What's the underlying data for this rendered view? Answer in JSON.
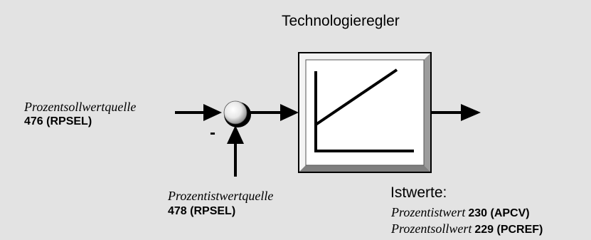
{
  "title": "Technologieregler",
  "setpoint_source": {
    "label": "Prozentsollwertquelle",
    "param": "476 (RPSEL)"
  },
  "feedback_source": {
    "label": "Prozentistwertquelle",
    "param": "478 (RPSEL)"
  },
  "minus_sign": "-",
  "actual_values": {
    "heading": "Istwerte:",
    "items": [
      {
        "label": "Prozentistwert",
        "param": "230 (APCV)"
      },
      {
        "label": "Prozentsollwert",
        "param": "229 (PCREF)"
      }
    ]
  },
  "colors": {
    "background": "#e3e3e3",
    "box_face": "#ffffff",
    "box_shade": "#8a8a8a",
    "line": "#000000"
  }
}
